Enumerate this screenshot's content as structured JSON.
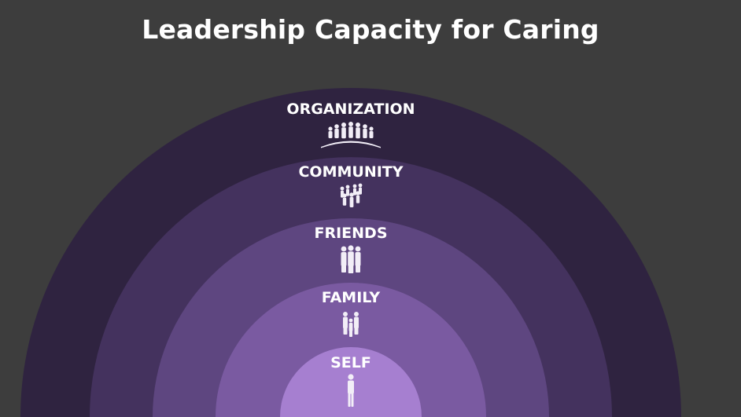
{
  "title": "Leadership Capacity for Caring",
  "rings": [
    {
      "label": "ORGANIZATION",
      "icon": "crowd-on-globe-icon",
      "color": "#2f2340"
    },
    {
      "label": "COMMUNITY",
      "icon": "group-people-icon",
      "color": "#44325e"
    },
    {
      "label": "FRIENDS",
      "icon": "three-people-icon",
      "color": "#5e4680"
    },
    {
      "label": "FAMILY",
      "icon": "family-icon",
      "color": "#7a5aa1"
    },
    {
      "label": "SELF",
      "icon": "person-icon",
      "color": "#a67fd0"
    }
  ],
  "colors": {
    "background": "#3d3d3d",
    "text": "#ffffff",
    "icon": "#f2eef7"
  }
}
